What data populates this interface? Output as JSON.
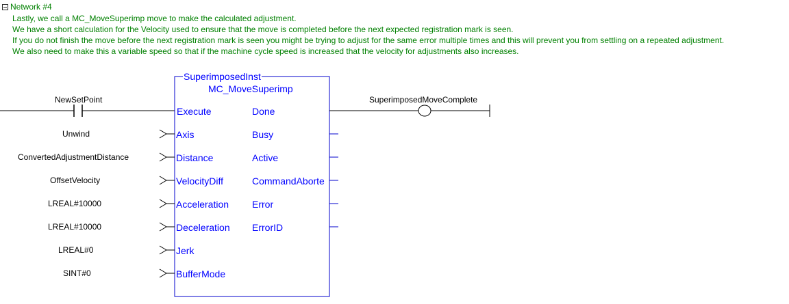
{
  "network": {
    "title": "Network #4",
    "comments": [
      "Lastly, we call a MC_MoveSuperimp move to make the calculated adjustment.",
      "We have a short calculation for the Velocity used to ensure that the move is completed before the next expected registration mark is seen.",
      "If you do not finish the move before the next registration mark is seen you might be trying to adjust for the same error multiple times and this will prevent you from settling on a repeated adjustment.",
      "We also need to make this a variable speed so that if the machine cycle speed is increased that the velocity for adjustments also increases."
    ]
  },
  "block": {
    "instance": "SuperimposedInst",
    "type": "MC_MoveSuperimp",
    "inputs": [
      "Execute",
      "Axis",
      "Distance",
      "VelocityDiff",
      "Acceleration",
      "Deceleration",
      "Jerk",
      "BufferMode"
    ],
    "outputs": [
      "Done",
      "Busy",
      "Active",
      "CommandAborte",
      "Error",
      "ErrorID"
    ]
  },
  "contact": {
    "name": "NewSetPoint"
  },
  "coil": {
    "name": "SuperimposedMoveComplete"
  },
  "input_variables": [
    "Unwind",
    "ConvertedAdjustmentDistance",
    "OffsetVelocity",
    "LREAL#10000",
    "LREAL#10000",
    "LREAL#0",
    "SINT#0"
  ],
  "colors": {
    "comment": "#008000",
    "pin": "#0000ff",
    "block_border": "#0000cc",
    "wire": "#000000"
  }
}
